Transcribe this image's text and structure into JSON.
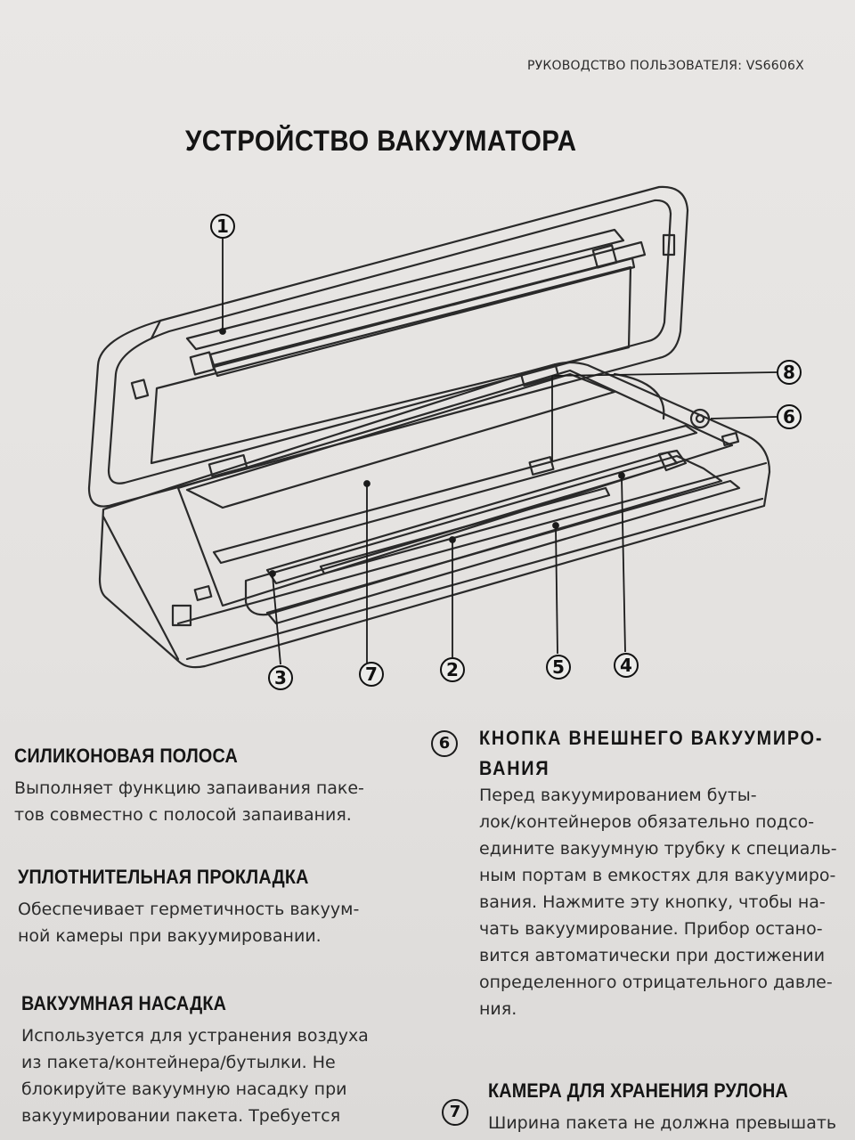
{
  "header": {
    "manual_ref": "РУКОВОДСТВО ПОЛЬЗОВАТЕЛЯ: VS6606X"
  },
  "title": "УСТРОЙСТВО ВАКУУМАТОРА",
  "callouts": [
    "1",
    "2",
    "3",
    "4",
    "5",
    "6",
    "7",
    "8"
  ],
  "left_sections": [
    {
      "title": "СИЛИКОНОВАЯ ПОЛОСА",
      "lines": [
        "Выполняет функцию запаивания паке-",
        "тов совместно с полосой запаивания."
      ]
    },
    {
      "title": "УПЛОТНИТЕЛЬНАЯ ПРОКЛАДКА",
      "lines": [
        "Обеспечивает герметичность вакуум-",
        "ной камеры при вакуумировании."
      ]
    },
    {
      "title": "ВАКУУМНАЯ НАСАДКА",
      "lines": [
        "Используется для устранения воздуха",
        "из пакета/контейнера/бутылки. Не",
        "блокируйте вакуумную насадку при",
        "вакуумировании пакета. Требуется"
      ]
    }
  ],
  "right_sections": [
    {
      "number": "6",
      "title_lines": [
        "КНОПКА ВНЕШНЕГО ВАКУУМИРО-",
        "ВАНИЯ"
      ],
      "lines": [
        "Перед вакуумированием буты-",
        "лок/контейнеров обязательно подсо-",
        "едините вакуумную трубку к специаль-",
        "ным портам в емкостях для вакуумиро-",
        "вания. Нажмите эту кнопку, чтобы на-",
        "чать вакуумирование. Прибор остано-",
        "вится автоматически при достижении",
        "определенного отрицательного давле-",
        "ния."
      ]
    },
    {
      "number": "7",
      "title_lines": [
        "КАМЕРА ДЛЯ ХРАНЕНИЯ РУЛОНА"
      ],
      "lines": [
        "Ширина пакета не должна превышать"
      ]
    }
  ]
}
